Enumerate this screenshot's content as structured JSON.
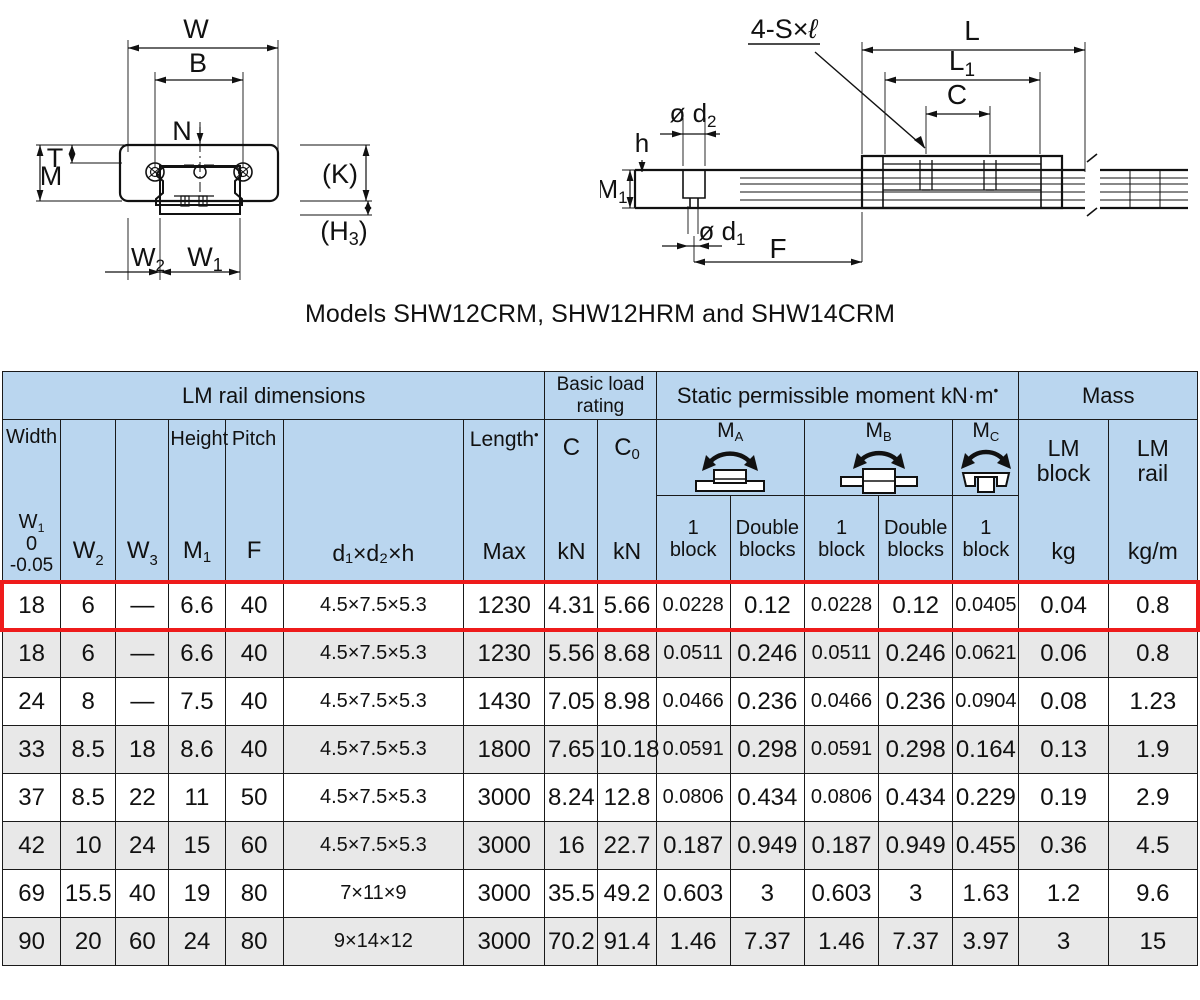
{
  "figure": {
    "caption": "Models SHW12CRM, SHW12HRM and SHW14CRM",
    "left_drawing": {
      "name": "lm-block-cross-section",
      "labels": [
        "W",
        "B",
        "N",
        "T",
        "M",
        "(K)",
        "(H3)",
        "W1",
        "W2"
      ]
    },
    "right_drawing": {
      "name": "lm-rail-side-view",
      "labels": [
        "4-S×ℓ",
        "L",
        "L1",
        "C",
        "ø d2",
        "ø d1",
        "h",
        "M1",
        "F"
      ]
    }
  },
  "table": {
    "groups": [
      {
        "label": "LM rail dimensions",
        "span": 7
      },
      {
        "label": "Basic load rating",
        "span": 2
      },
      {
        "label": "Static permissible moment kN·m",
        "sup": "•",
        "span": 5
      },
      {
        "label": "Mass",
        "span": 2
      }
    ],
    "columns": [
      {
        "name": "width-w1",
        "top": "Width",
        "sym": "W",
        "sub": "1",
        "tol_top": "0",
        "tol_bot": "-0.05",
        "unit": ""
      },
      {
        "name": "w2",
        "top": "",
        "sym": "W",
        "sub": "2",
        "unit": ""
      },
      {
        "name": "w3",
        "top": "",
        "sym": "W",
        "sub": "3",
        "unit": ""
      },
      {
        "name": "m1",
        "top": "Height",
        "sym": "M",
        "sub": "1",
        "unit": ""
      },
      {
        "name": "f",
        "top": "Pitch",
        "sym": "F",
        "sub": "",
        "unit": ""
      },
      {
        "name": "d1d2h",
        "top": "",
        "sym": "d₁×d₂×h",
        "sub": "",
        "unit": ""
      },
      {
        "name": "length-max",
        "top": "Length",
        "top_sup": "•",
        "sym": "Max",
        "sub": "",
        "unit": ""
      },
      {
        "name": "load-c",
        "top": "C",
        "sym": "kN",
        "sub": "",
        "unit": "kN"
      },
      {
        "name": "load-c0",
        "top": "C",
        "top_sub": "0",
        "sym": "kN",
        "sub": "",
        "unit": "kN"
      },
      {
        "name": "ma-1block",
        "icon": "MA",
        "sub2": "1 block"
      },
      {
        "name": "ma-double",
        "icon": "MA",
        "sub2": "Double blocks"
      },
      {
        "name": "mb-1block",
        "icon": "MB",
        "sub2": "1 block"
      },
      {
        "name": "mb-double",
        "icon": "MB",
        "sub2": "Double blocks"
      },
      {
        "name": "mc-1block",
        "icon": "MC",
        "sub2": "1 block"
      },
      {
        "name": "mass-lm-block",
        "top": "LM block",
        "sym": "kg"
      },
      {
        "name": "mass-lm-rail",
        "top": "LM rail",
        "sym": "kg/m"
      }
    ],
    "moment_icons": [
      {
        "label": "M",
        "sub": "A",
        "span": 2,
        "icon": "moment-ma-icon"
      },
      {
        "label": "M",
        "sub": "B",
        "span": 2,
        "icon": "moment-mb-icon"
      },
      {
        "label": "M",
        "sub": "C",
        "span": 1,
        "icon": "moment-mc-icon"
      }
    ],
    "sub_headers": [
      "1 block",
      "Double blocks",
      "1 block",
      "Double blocks",
      "1 block"
    ],
    "highlight_row_index": 0,
    "highlight_color": "#ee1b1b",
    "header_bg": "#bad6ef",
    "alt_row_bg": "#e8e8e8",
    "rows": [
      [
        "18",
        "6",
        "—",
        "6.6",
        "40",
        "4.5×7.5×5.3",
        "1230",
        "4.31",
        "5.66",
        "0.0228",
        "0.12",
        "0.0228",
        "0.12",
        "0.0405",
        "0.04",
        "0.8"
      ],
      [
        "18",
        "6",
        "—",
        "6.6",
        "40",
        "4.5×7.5×5.3",
        "1230",
        "5.56",
        "8.68",
        "0.0511",
        "0.246",
        "0.0511",
        "0.246",
        "0.0621",
        "0.06",
        "0.8"
      ],
      [
        "24",
        "8",
        "—",
        "7.5",
        "40",
        "4.5×7.5×5.3",
        "1430",
        "7.05",
        "8.98",
        "0.0466",
        "0.236",
        "0.0466",
        "0.236",
        "0.0904",
        "0.08",
        "1.23"
      ],
      [
        "33",
        "8.5",
        "18",
        "8.6",
        "40",
        "4.5×7.5×5.3",
        "1800",
        "7.65",
        "10.18",
        "0.0591",
        "0.298",
        "0.0591",
        "0.298",
        "0.164",
        "0.13",
        "1.9"
      ],
      [
        "37",
        "8.5",
        "22",
        "11",
        "50",
        "4.5×7.5×5.3",
        "3000",
        "8.24",
        "12.8",
        "0.0806",
        "0.434",
        "0.0806",
        "0.434",
        "0.229",
        "0.19",
        "2.9"
      ],
      [
        "42",
        "10",
        "24",
        "15",
        "60",
        "4.5×7.5×5.3",
        "3000",
        "16",
        "22.7",
        "0.187",
        "0.949",
        "0.187",
        "0.949",
        "0.455",
        "0.36",
        "4.5"
      ],
      [
        "69",
        "15.5",
        "40",
        "19",
        "80",
        "7×11×9",
        "3000",
        "35.5",
        "49.2",
        "0.603",
        "3",
        "0.603",
        "3",
        "1.63",
        "1.2",
        "9.6"
      ],
      [
        "90",
        "20",
        "60",
        "24",
        "80",
        "9×14×12",
        "3000",
        "70.2",
        "91.4",
        "1.46",
        "7.37",
        "1.46",
        "7.37",
        "3.97",
        "3",
        "15"
      ]
    ]
  }
}
